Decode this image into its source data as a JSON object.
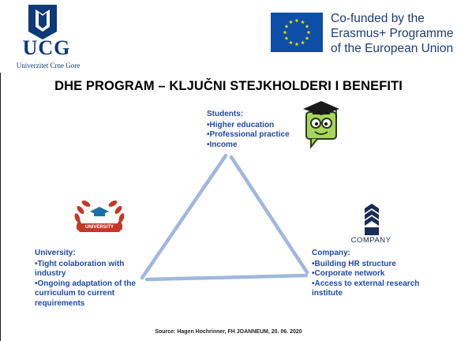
{
  "header": {
    "logo_text": "UCG",
    "logo_subtitle": "Univerzitet Crne Gore",
    "eu_lines": [
      "Co-funded by the",
      "Erasmus+ Programme",
      "of the European Union"
    ]
  },
  "title": "DHE PROGRAM – KLJUČNI STEJKHOLDERI I BENEFITI",
  "students": {
    "heading": "Students:",
    "items": [
      "•Higher education",
      "•Professional practice",
      "•Income"
    ]
  },
  "university": {
    "heading": "University:",
    "items": [
      "•Tight colaboration with industry",
      "•Ongoing adaptation of the curriculum to current requirements"
    ],
    "emblem_text": "UNIVERSITY"
  },
  "company": {
    "heading": "Company:",
    "items": [
      "•Building HR structure",
      "•Corporate network",
      "•Access to external research institute"
    ],
    "logo_label": "COMPANY"
  },
  "source": "Source: Hagen Hochrinner, FH JOANNEUM, 20. 06. 2020",
  "colors": {
    "brand_blue": "#0d3a78",
    "text_blue": "#1f4aa8",
    "triangle": "#9fb8de",
    "eu_flag": "#0d4ea6",
    "star": "#ffdd00"
  },
  "icons": [
    "ucg-shield-icon",
    "eu-flag-icon",
    "graduate-mascot-icon",
    "university-laurel-icon",
    "company-logo-icon"
  ]
}
